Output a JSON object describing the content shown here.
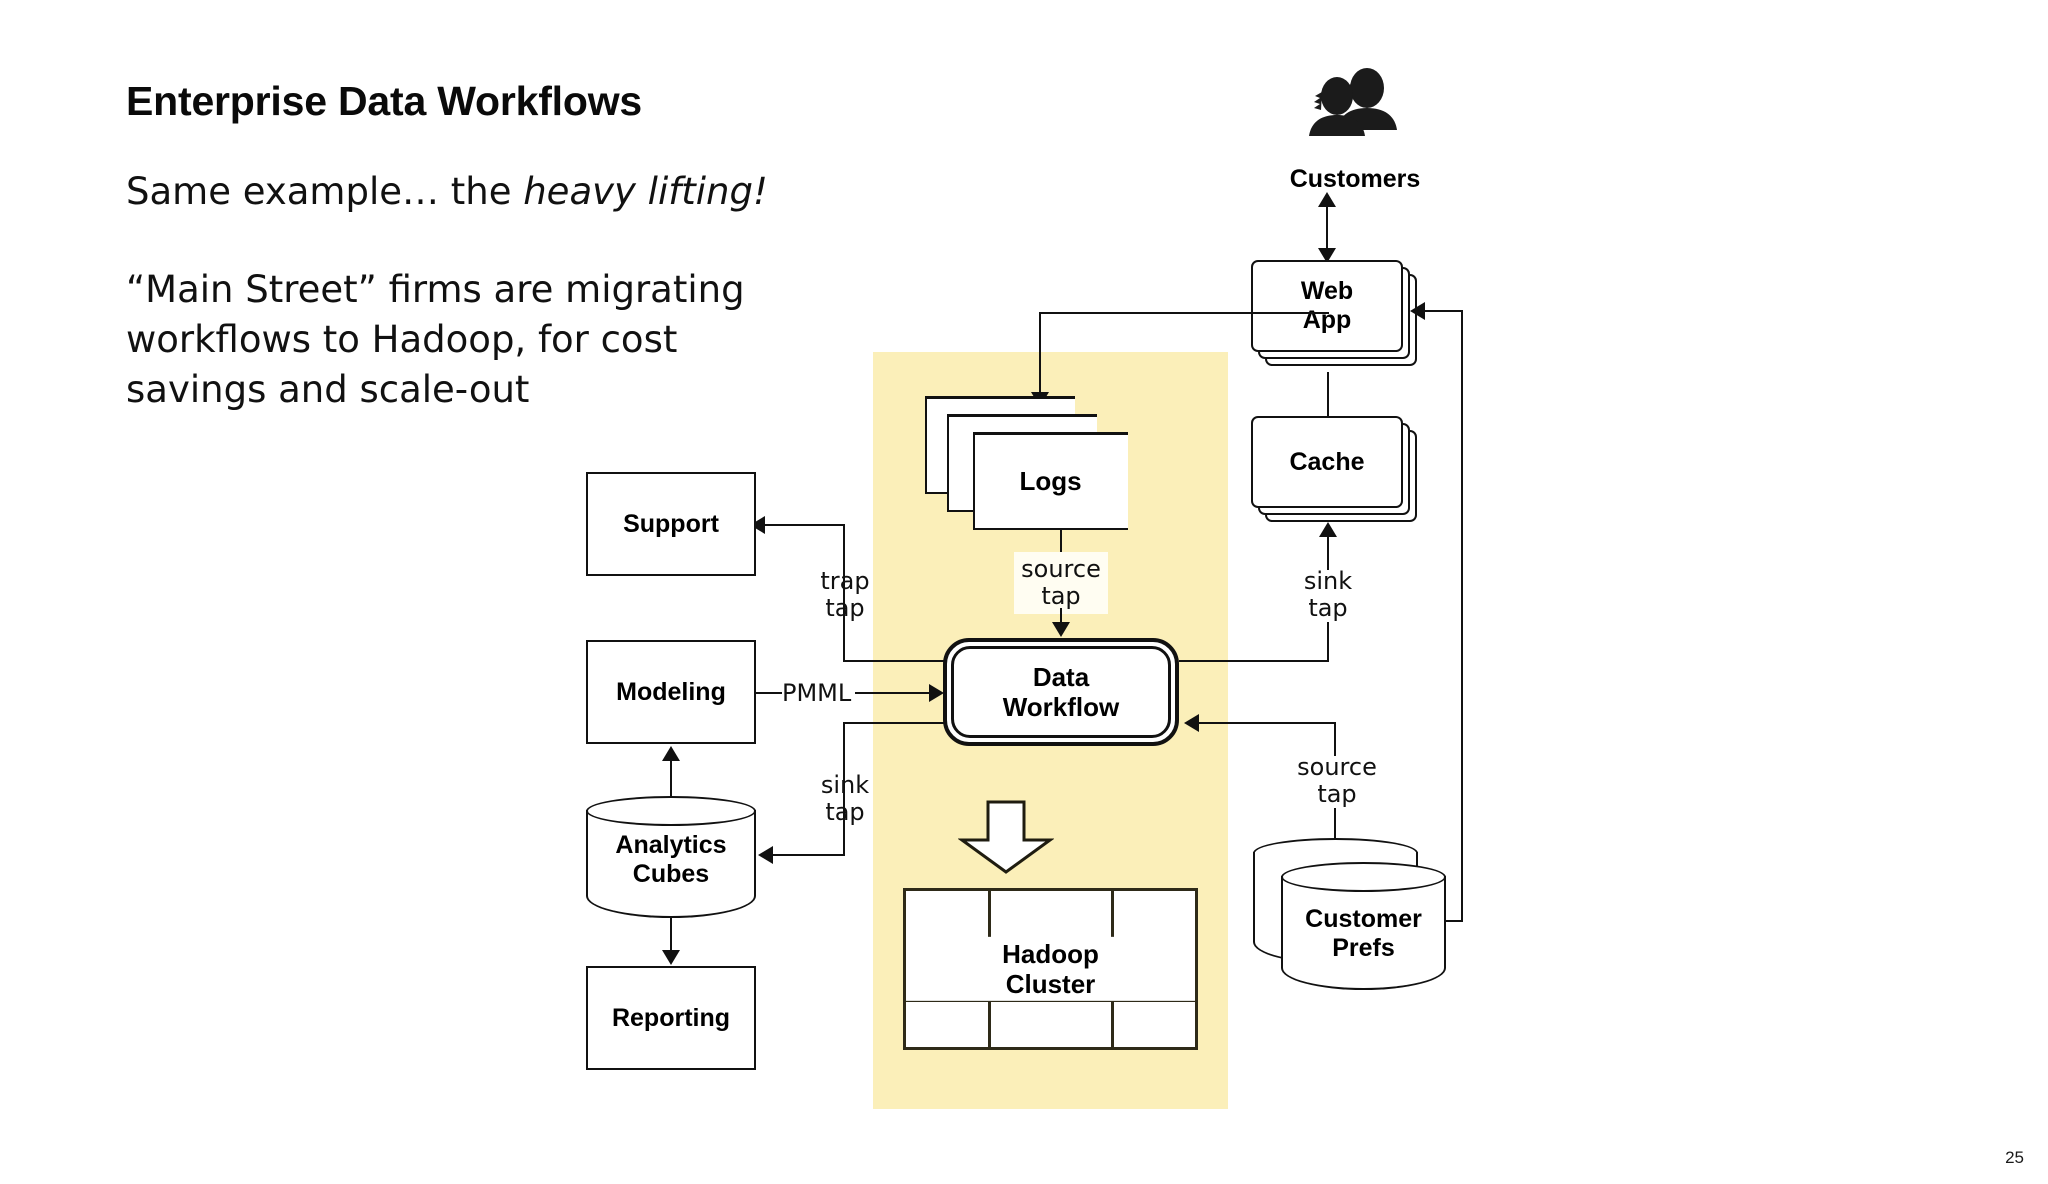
{
  "slide": {
    "title": "Enterprise Data Workflows",
    "lede_prefix": "Same example… the ",
    "lede_emphasis": "heavy lifting!",
    "body": "“Main Street” firms are migrating workflows to Hadoop, for cost savings and scale-out",
    "page_number": "25"
  },
  "colors": {
    "highlight_band": "#fbefb9",
    "stroke": "#111111",
    "node_fill": "#ffffff",
    "page_background": "#ffffff"
  },
  "diagram": {
    "nodes": {
      "customers": {
        "label": "Customers",
        "icon": "people-icon",
        "shape": "icon"
      },
      "web_app": {
        "label": "Web\nApp",
        "shape": "stacked-rounded-card"
      },
      "cache": {
        "label": "Cache",
        "shape": "stacked-rounded-card"
      },
      "logs": {
        "label": "Logs",
        "shape": "stacked-document"
      },
      "data_workflow": {
        "label": "Data\nWorkflow",
        "shape": "rounded-double-border"
      },
      "hadoop_cluster": {
        "label": "Hadoop\nCluster",
        "shape": "rack-grid"
      },
      "customer_prefs": {
        "label": "Customer\nPrefs",
        "shape": "stacked-cylinder"
      },
      "support": {
        "label": "Support",
        "shape": "rectangle"
      },
      "modeling": {
        "label": "Modeling",
        "shape": "rectangle"
      },
      "analytics_cubes": {
        "label": "Analytics\nCubes",
        "shape": "cylinder"
      },
      "reporting": {
        "label": "Reporting",
        "shape": "rectangle"
      }
    },
    "edge_labels": {
      "source_tap_logs": "source\ntap",
      "sink_tap_cache": "sink\ntap",
      "source_tap_prefs": "source\ntap",
      "trap_tap_support": "trap\ntap",
      "sink_tap_cubes": "sink\ntap",
      "pmml": "PMML"
    }
  }
}
